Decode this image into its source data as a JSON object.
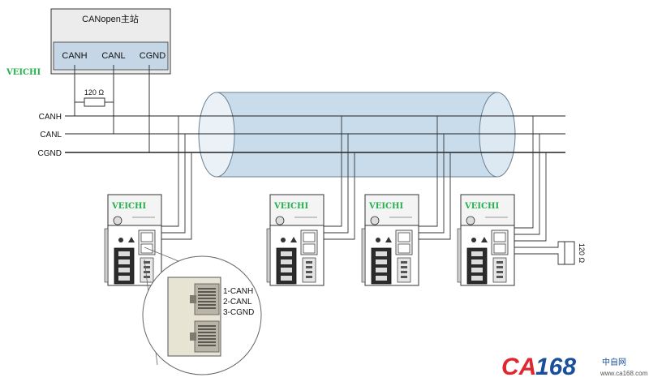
{
  "master": {
    "title": "CANopen主站",
    "pins": [
      "CANH",
      "CANL",
      "CGND"
    ]
  },
  "brand_label": "VEICHI",
  "bus_lines": [
    "CANH",
    "CANL",
    "CGND"
  ],
  "resistor_label": "120 Ω",
  "end_resistor_label": "120 Ω",
  "drives": [
    {
      "brand": "VEICHI"
    },
    {
      "brand": "VEICHI"
    },
    {
      "brand": "VEICHI"
    },
    {
      "brand": "VEICHI"
    }
  ],
  "connector_pins": [
    "1-CANH",
    "2-CANL",
    "3-CGND"
  ],
  "watermark": {
    "logo_ca": "CA",
    "logo_num": "168",
    "tagline": "中自网",
    "url": "www.ca168.com"
  },
  "colors": {
    "cable_fill": "#c9dceb",
    "cable_stroke": "#6a7f92",
    "brand_green": "#22b14c",
    "logo_red": "#e0262e",
    "logo_blue": "#1a4f9c"
  }
}
